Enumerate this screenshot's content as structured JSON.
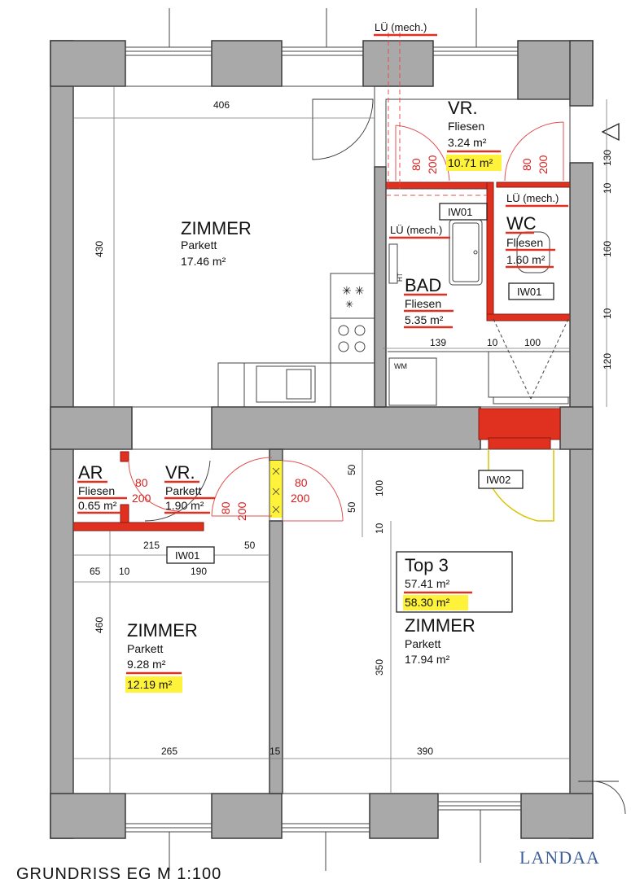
{
  "rooms": {
    "zimmer_top_left": {
      "name": "ZIMMER",
      "floor": "Parkett",
      "area": "17.46 m²"
    },
    "vr_top": {
      "name": "VR.",
      "floor": "Fliesen",
      "area": "3.24 m²",
      "area_gross": "10.71 m²"
    },
    "wc": {
      "name": "WC",
      "floor": "Fliesen",
      "area": "1.60 m²"
    },
    "bad": {
      "name": "BAD",
      "floor": "Fliesen",
      "area": "5.35 m²"
    },
    "ar": {
      "name": "AR",
      "floor": "Fliesen",
      "area": "0.65 m²"
    },
    "vr_bottom": {
      "name": "VR.",
      "floor": "Parkett",
      "area": "1.90 m²"
    },
    "zimmer_bottom_left": {
      "name": "ZIMMER",
      "floor": "Parkett",
      "area": "9.28 m²",
      "area_gross": "12.19 m²"
    },
    "zimmer_bottom_right": {
      "name": "ZIMMER",
      "floor": "Parkett",
      "area": "17.94 m²"
    }
  },
  "unit": {
    "label": "Top 3",
    "area_net": "57.41  m²",
    "area_gross": "58.30 m²"
  },
  "vents": {
    "top": "LÜ (mech.)",
    "wc": "LÜ (mech.)",
    "bad": "LÜ (mech.)"
  },
  "tags": {
    "iw01_a": "IW01",
    "iw01_b": "IW01",
    "iw01_c": "IW01",
    "iw02": "IW02"
  },
  "fixtures": {
    "wm": "WM",
    "ht": "HT"
  },
  "dimensions": {
    "d406": "406",
    "d430": "430",
    "d130": "130",
    "d10a": "10",
    "d160": "160",
    "d10b": "10",
    "d120": "120",
    "d139": "139",
    "d10c": "10",
    "d100a": "100",
    "d215": "215",
    "d50a": "50",
    "d65": "65",
    "d10d": "10",
    "d190": "190",
    "d460": "460",
    "d265": "265",
    "d15": "15",
    "d390": "390",
    "d350": "350",
    "d50b": "50",
    "d100b": "100",
    "d50c": "50",
    "d10e": "10"
  },
  "door_sizes": {
    "vr_top_a_w": "80",
    "vr_top_a_h": "200",
    "vr_top_b_w": "80",
    "vr_top_b_h": "200",
    "ar_w": "80",
    "ar_h": "200",
    "vr_b_w": "80",
    "vr_b_h": "200",
    "right_w": "80",
    "right_h": "200"
  },
  "caption": "GRUNDRISS EG M 1:100",
  "brand": "LANDAA",
  "colors": {
    "wall": "#a9a9a9",
    "new_wall": "#e03020",
    "highlight": "#fff23a",
    "brand": "#3e5f9e"
  }
}
